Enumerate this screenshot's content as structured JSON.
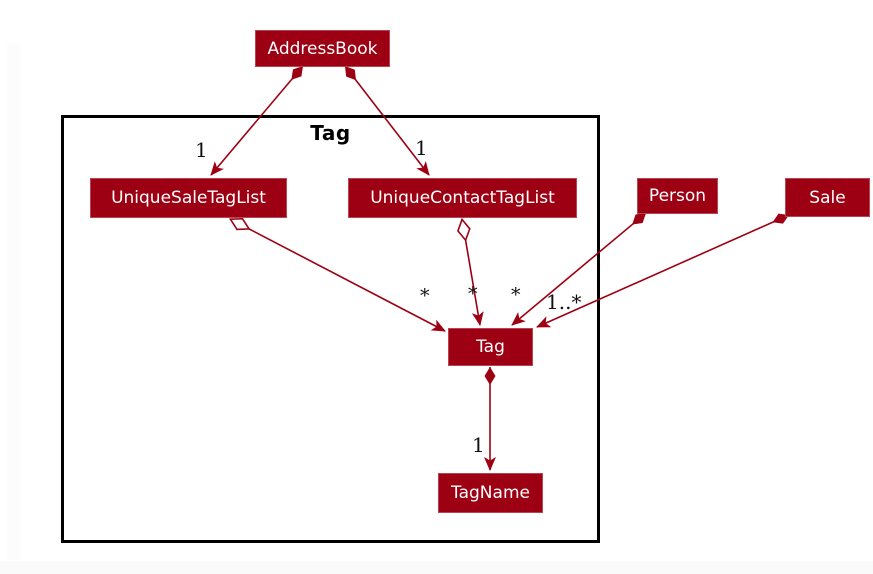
{
  "diagram": {
    "package_frame": {
      "title": "Tag"
    },
    "nodes": {
      "address_book": {
        "label": "AddressBook"
      },
      "unique_sale_tag_list": {
        "label": "UniqueSaleTagList"
      },
      "unique_contact_tag_list": {
        "label": "UniqueContactTagList"
      },
      "person": {
        "label": "Person"
      },
      "sale": {
        "label": "Sale"
      },
      "tag": {
        "label": "Tag"
      },
      "tag_name": {
        "label": "TagName"
      }
    },
    "edge_labels": {
      "addressbook_to_salelist": "1",
      "addressbook_to_contactlist": "1",
      "salelist_to_tag": "*",
      "contactlist_to_tag": "*",
      "person_to_tag": "*",
      "sale_to_tag": "1..*",
      "tag_to_tagname": "1"
    },
    "colors": {
      "node_fill": "#9D0012",
      "node_text": "#FFFFFF",
      "edge": "#9D0012",
      "frame_border": "#000000",
      "label_text": "#111111"
    }
  }
}
